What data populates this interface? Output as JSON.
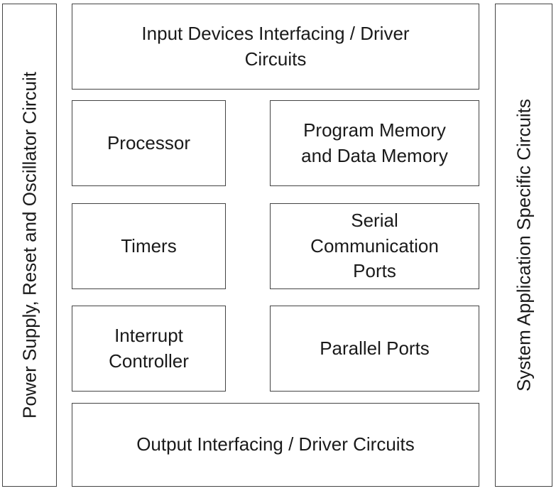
{
  "diagram": {
    "left_side": "Power Supply, Reset and Oscillator Circuit",
    "right_side": "System Application Specific Circuits",
    "top": [
      "Input Devices Interfacing / Driver",
      "Circuits"
    ],
    "processor": [
      "Processor"
    ],
    "memory": [
      "Program Memory",
      "and Data Memory"
    ],
    "timers": [
      "Timers"
    ],
    "serial": [
      "Serial",
      "Communication",
      "Ports"
    ],
    "interrupt": [
      "Interrupt",
      "Controller"
    ],
    "parallel": [
      "Parallel Ports"
    ],
    "bottom": [
      "Output Interfacing / Driver Circuits"
    ]
  }
}
